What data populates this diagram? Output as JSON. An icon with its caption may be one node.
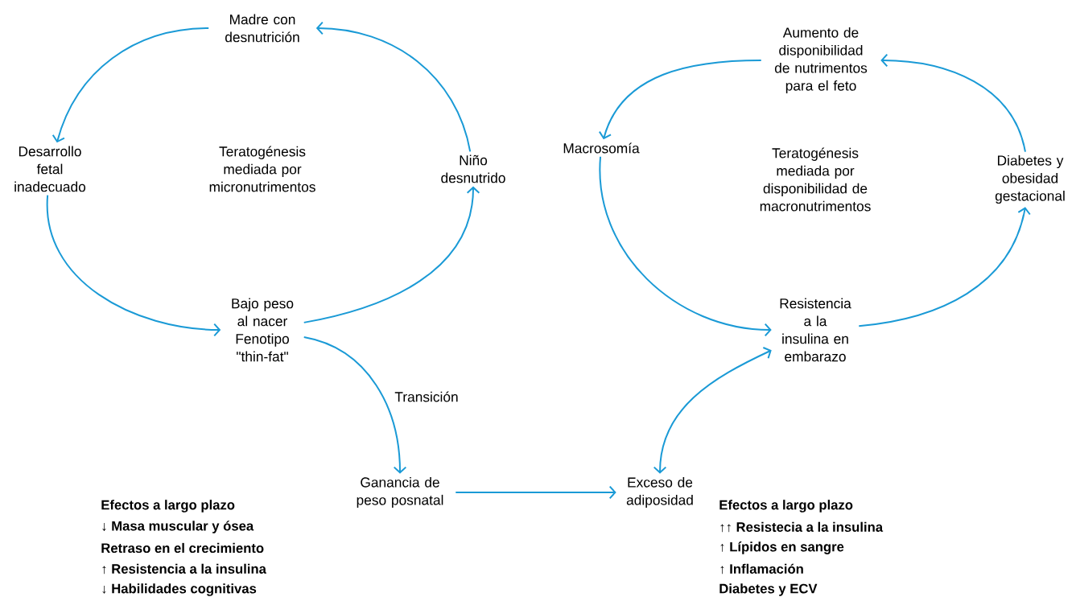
{
  "diagram": {
    "nodes": [
      {
        "text": [
          "Madre con desnutrición"
        ]
      },
      {
        "text": [
          "Desarrollo fetal inadecuado"
        ]
      },
      {
        "text": [
          "Niño desnutrido"
        ]
      },
      {
        "text": [
          "Bajo peso al nacer Fenotipo \"thin-fat\""
        ]
      },
      {
        "text": [
          "Ganancia de peso posnatal"
        ]
      },
      {
        "text": [
          "Aumento de disponibilidad de nutrimentos para el feto"
        ]
      },
      {
        "text": [
          "Macrosomía"
        ]
      },
      {
        "text": [
          "Diabetes y obesidad gestacional"
        ]
      },
      {
        "text": [
          "Resistencia a la insulina en embarazo"
        ]
      },
      {
        "text": [
          "Exceso de adiposidad"
        ]
      }
    ],
    "edges": [
      {
        "from": 0,
        "to": 1,
        "arrow": "to"
      },
      {
        "from": 1,
        "to": 3,
        "arrow": "to"
      },
      {
        "from": 3,
        "to": 2,
        "arrow": "to"
      },
      {
        "from": 2,
        "to": 0,
        "arrow": "to"
      },
      {
        "from": 3,
        "to": 4,
        "arrow": "to",
        "label": "Transición"
      },
      {
        "from": 4,
        "to": 9,
        "arrow": "to"
      },
      {
        "from": 5,
        "to": 6,
        "arrow": "to"
      },
      {
        "from": 6,
        "to": 8,
        "arrow": "to"
      },
      {
        "from": 8,
        "to": 7,
        "arrow": "to"
      },
      {
        "from": 7,
        "to": 5,
        "arrow": "to"
      },
      {
        "from": 8,
        "to": 9,
        "arrow": "both"
      }
    ],
    "labels": [
      "Teratogénesis mediada por micronutrimentos",
      "Teratogénesis mediada por disponibilidad de macronutrimentos",
      "Efectos a largo plazo",
      "↓ Masa muscular y ósea",
      "Retraso en el crecimiento",
      "↑ Resistencia a la insulina",
      "↓ Habilidades cognitivas",
      "Efectos a largo plazo",
      "↑↑ Resistecia a la insulina",
      "↑ Lípidos en sangre",
      "↑ Inflamación",
      "Diabetes y ECV"
    ]
  }
}
